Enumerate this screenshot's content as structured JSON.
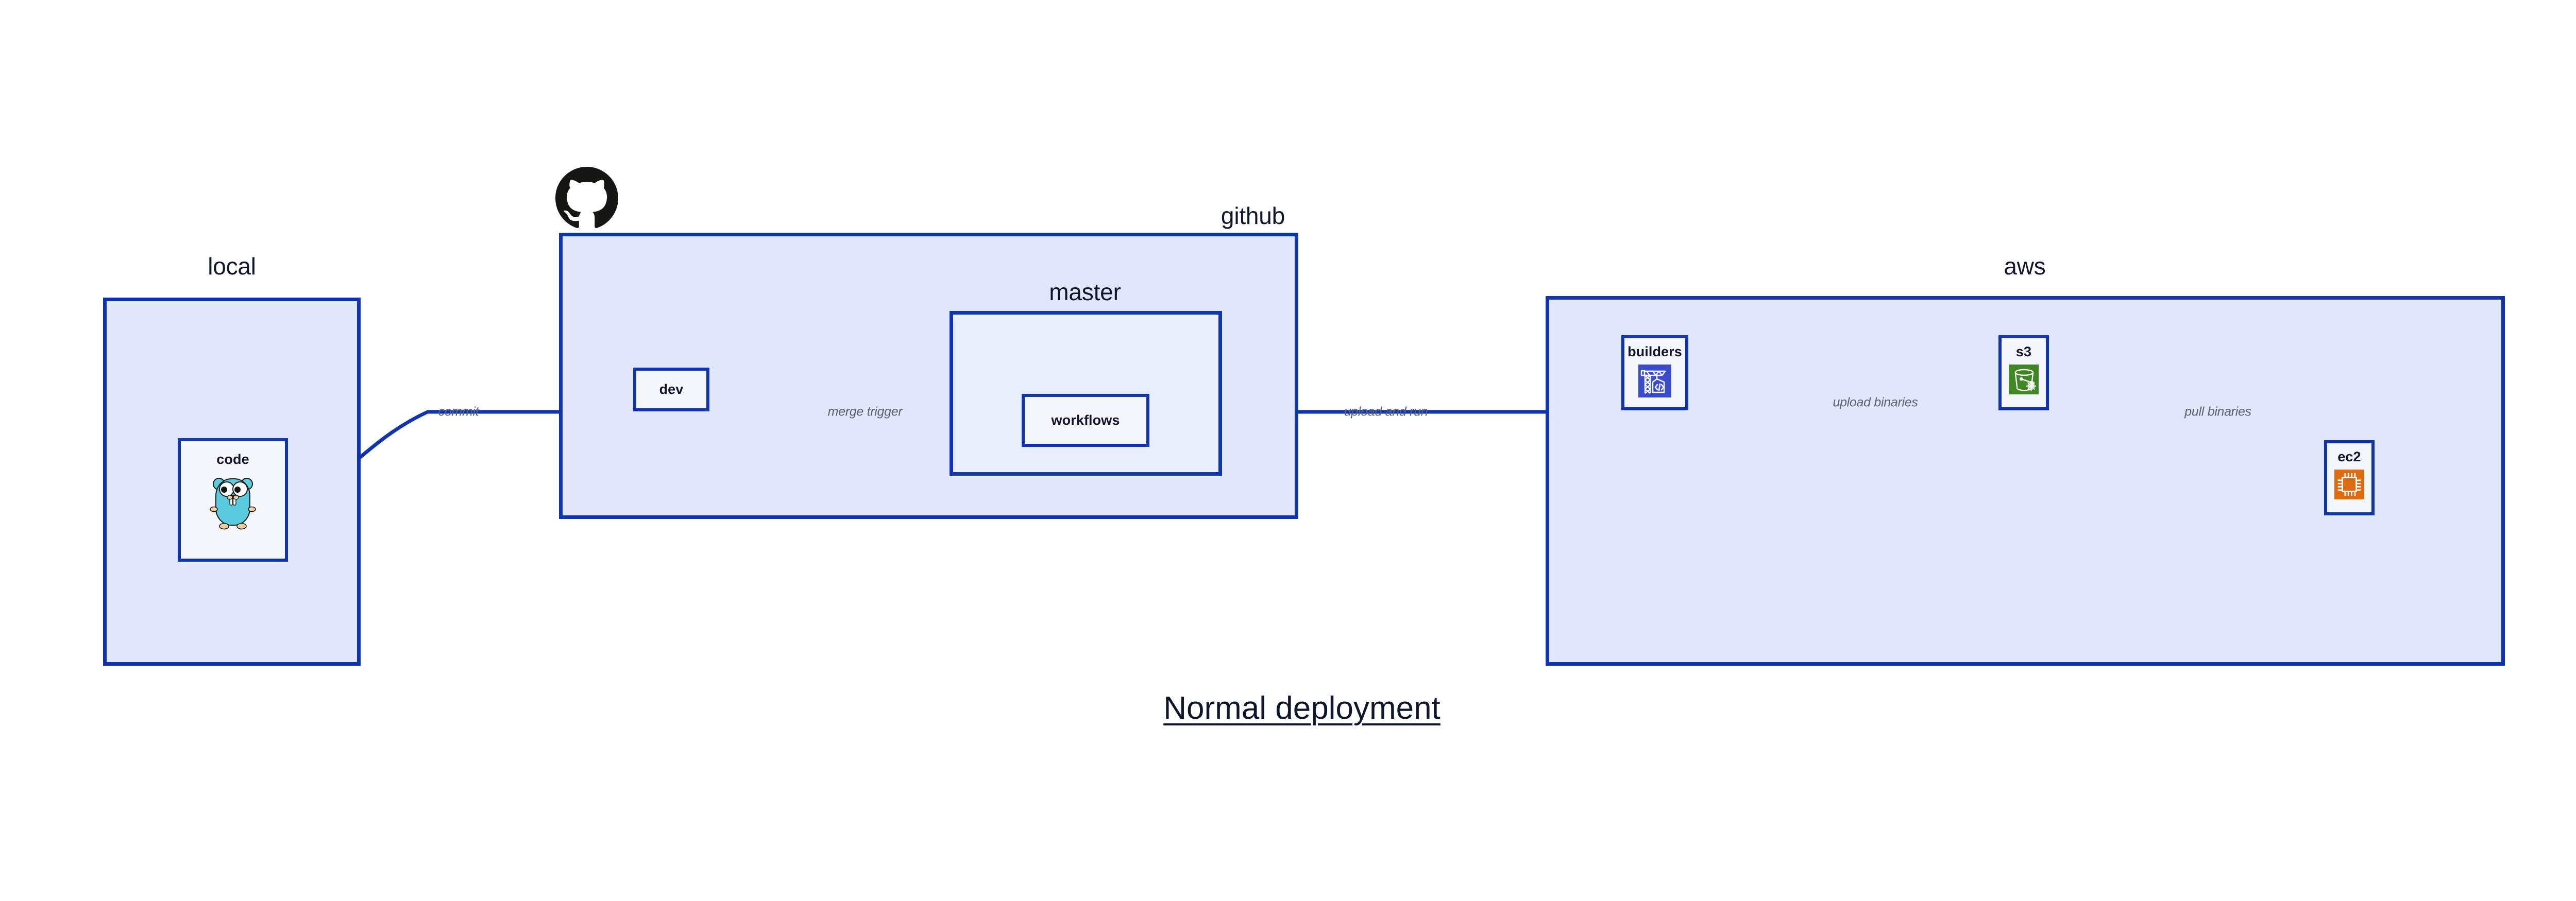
{
  "diagram": {
    "title": "Normal deployment",
    "groups": [
      {
        "id": "local",
        "label": "local"
      },
      {
        "id": "github",
        "label": "github"
      },
      {
        "id": "master",
        "label": "master"
      },
      {
        "id": "aws",
        "label": "aws"
      }
    ],
    "nodes": [
      {
        "id": "code",
        "label": "code",
        "icon": "go-gopher-icon"
      },
      {
        "id": "dev",
        "label": "dev",
        "icon": null
      },
      {
        "id": "workflows",
        "label": "workflows",
        "icon": null
      },
      {
        "id": "builders",
        "label": "builders",
        "icon": "aws-codebuild-crane-icon"
      },
      {
        "id": "s3",
        "label": "s3",
        "icon": "aws-s3-bucket-icon"
      },
      {
        "id": "ec2",
        "label": "ec2",
        "icon": "aws-ec2-chip-icon"
      }
    ],
    "edges": [
      {
        "id": "commit",
        "from": "code",
        "to": "dev",
        "label": "commit"
      },
      {
        "id": "merge-trigger",
        "from": "dev",
        "to": "workflows",
        "label": "merge trigger"
      },
      {
        "id": "upload-and-run",
        "from": "workflows",
        "to": "builders",
        "label": "upload and run"
      },
      {
        "id": "upload-binaries",
        "from": "builders",
        "to": "s3",
        "label": "upload binaries"
      },
      {
        "id": "pull-binaries",
        "from": "s3",
        "to": "ec2",
        "label": "pull binaries"
      }
    ],
    "icons": {
      "github_logo": "github-octocat-icon"
    },
    "colors": {
      "border": "#0f33b5",
      "group_fill": "#e1e7fa",
      "inner_group_fill": "#e9eefc",
      "node_fill": "#f5f7fd",
      "edge_line": "#0f33b5",
      "edge_label_text": "#5a6275",
      "title_text": "#10152e",
      "gopher_body": "#5bcbe0",
      "gopher_paw": "#f2cfa4",
      "s3_icon_bg": "#3f8624",
      "ec2_icon_bg": "#dd6b10",
      "builders_icon_bg": "#3b4cca",
      "github_logo": "#161614"
    }
  }
}
